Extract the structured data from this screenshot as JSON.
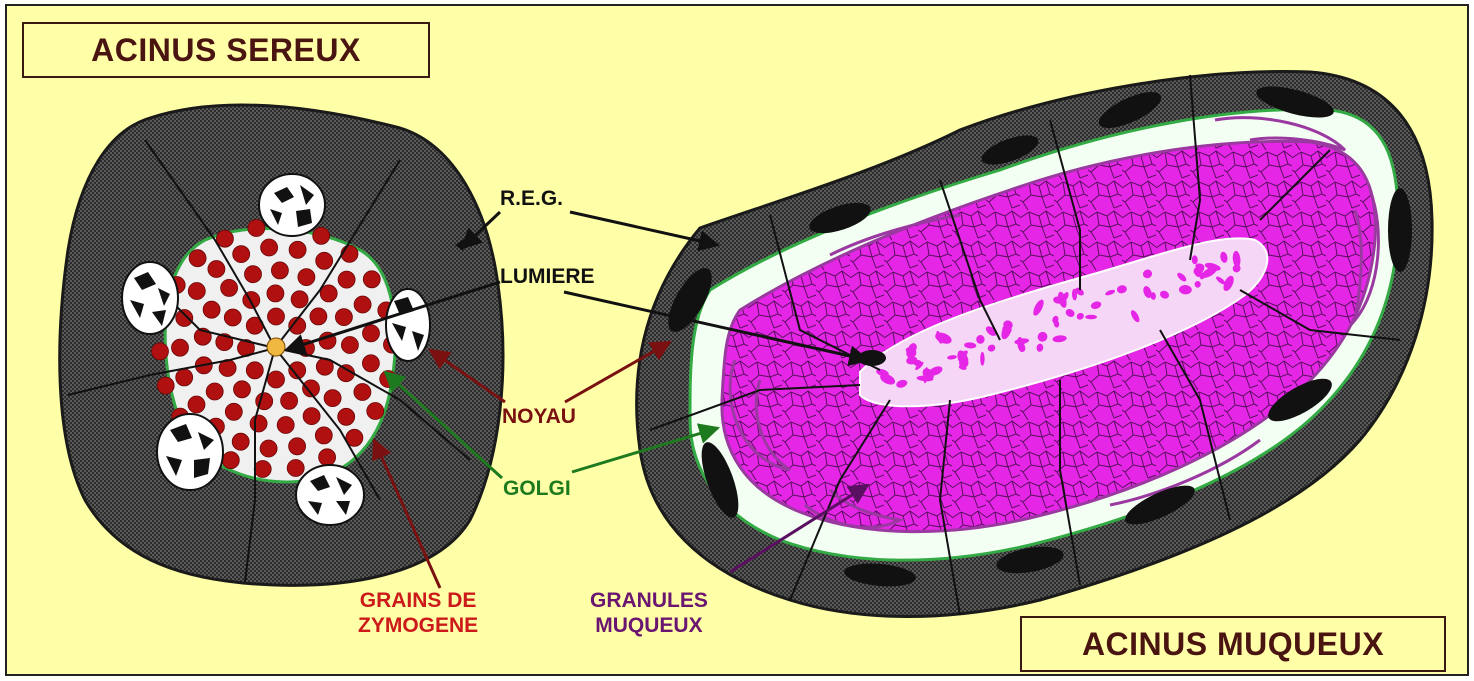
{
  "titles": {
    "serous": "ACINUS SEREUX",
    "mucous": "ACINUS MUQUEUX"
  },
  "labels": {
    "reg": "R.E.G.",
    "lumiere": "LUMIERE",
    "noyau": "NOYAU",
    "golgi": "GOLGI",
    "grains_line1": "GRAINS DE",
    "grains_line2": "ZYMOGENE",
    "granules_line1": "GRANULES",
    "granules_line2": "MUQUEUX"
  },
  "colors": {
    "background": "#ffffa8",
    "outline": "#1a1a1a",
    "cytoplasm_hatch": "#4a4a4a",
    "zymogen_granules": "#b01010",
    "golgi": "#33aa44",
    "mucous_granules": "#e020e0",
    "reg_label": "#111111",
    "noyau_label": "#7a1010",
    "golgi_label": "#1e7a1e",
    "grains_label": "#cc1a1a",
    "granules_label": "#6a1670",
    "title_text": "#4a1410"
  }
}
